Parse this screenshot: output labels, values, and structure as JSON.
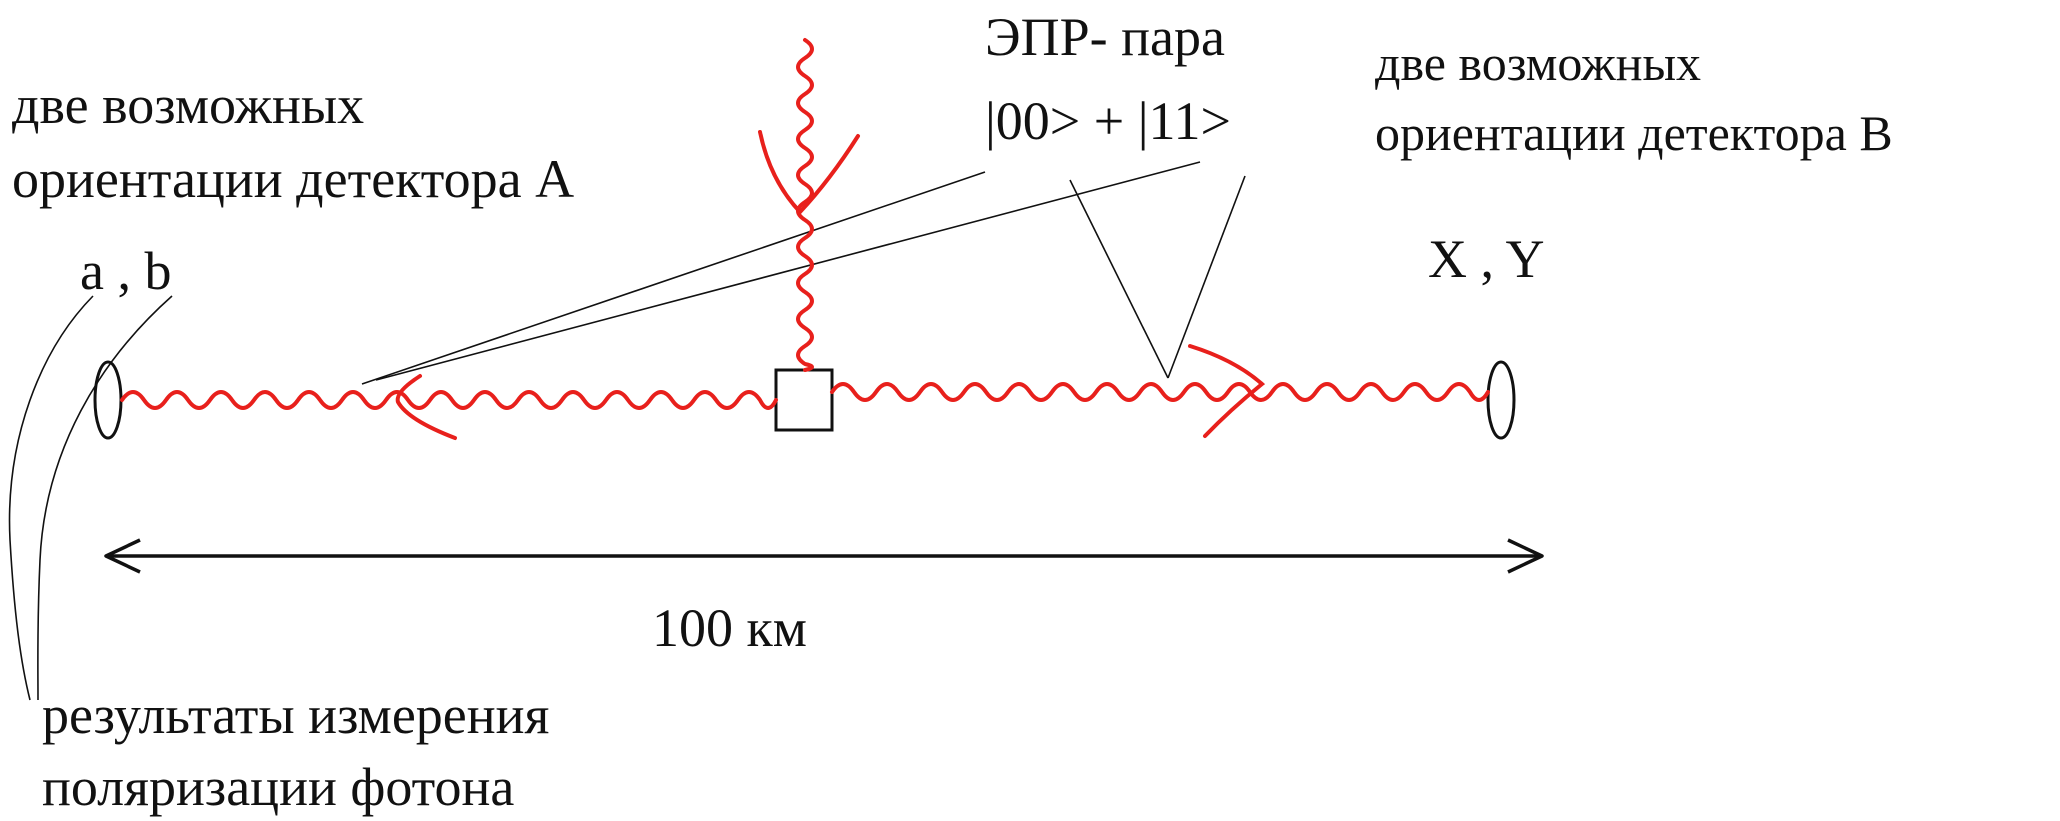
{
  "labels": {
    "detector_a_line1": "две возможных",
    "detector_a_line2": "ориентации детектора А",
    "detector_a_settings": "a , b",
    "epr_line1": "ЭПР- пара",
    "epr_line2": "|00> + |11>",
    "detector_b_line1": "две возможных",
    "detector_b_line2": "ориентации детектора В",
    "detector_b_settings": "X , Y",
    "distance": "100 км",
    "results_line1": "результаты измерения",
    "results_line2": "поляризации фотона"
  },
  "colors": {
    "photon": "#e8201c",
    "ink": "#111111",
    "background": "#ffffff"
  }
}
